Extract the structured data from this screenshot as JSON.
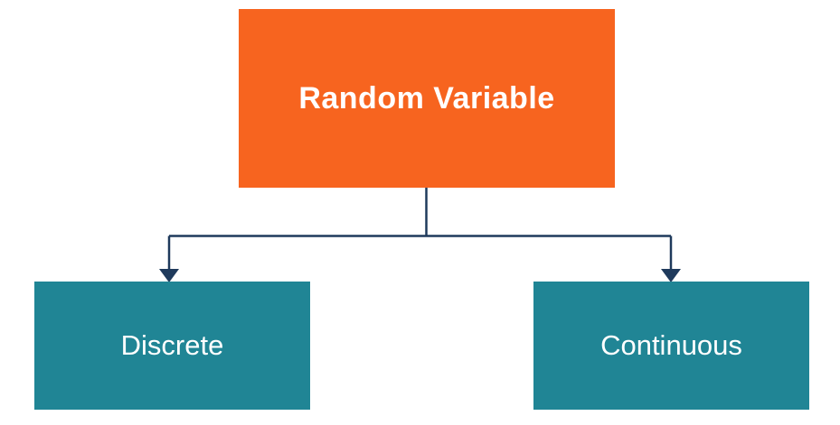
{
  "diagram": {
    "type": "tree",
    "root": {
      "label": "Random Variable"
    },
    "children": [
      {
        "label": "Discrete"
      },
      {
        "label": "Continuous"
      }
    ],
    "colors": {
      "root_fill": "#F7641F",
      "child_fill": "#208595",
      "connector": "#1F3A5C",
      "label_text": "#FFFFFF",
      "background": "#FFFFFF"
    }
  }
}
